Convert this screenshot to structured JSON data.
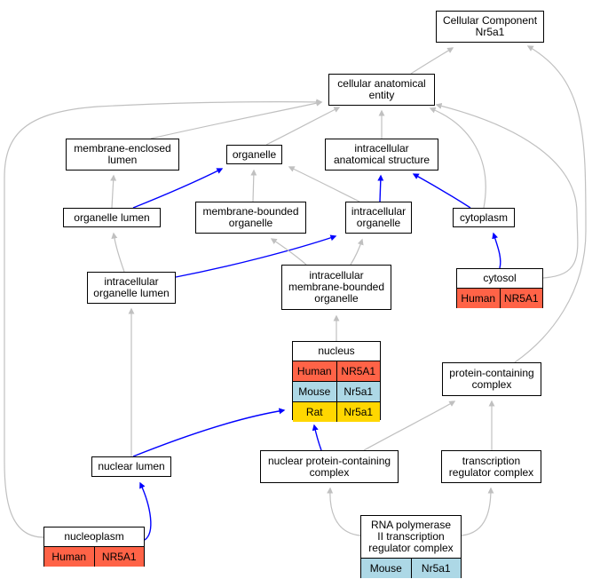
{
  "colors": {
    "Human": "#ff6347",
    "Mouse": "#add8e6",
    "Rat": "#ffd700",
    "is_a_edge": "#c0c0c0",
    "part_of_edge": "#0000ff"
  },
  "nodes": {
    "root": {
      "label": "Cellular Component\nNr5a1"
    },
    "cellular_anatomical_entity": {
      "label": "cellular anatomical\nentity"
    },
    "membrane_enclosed_lumen": {
      "label": "membrane-enclosed\nlumen"
    },
    "organelle": {
      "label": "organelle"
    },
    "intracellular_anatomical_structure": {
      "label": "intracellular\nanatomical structure"
    },
    "organelle_lumen": {
      "label": "organelle lumen"
    },
    "membrane_bounded_organelle": {
      "label": "membrane-bounded\norganelle"
    },
    "intracellular_organelle": {
      "label": "intracellular\norganelle"
    },
    "cytoplasm": {
      "label": "cytoplasm"
    },
    "intracellular_organelle_lumen": {
      "label": "intracellular\norganelle lumen"
    },
    "intracellular_membrane_bounded_organelle": {
      "label": "intracellular\nmembrane-bounded\norganelle"
    },
    "cytosol": {
      "label": "cytosol",
      "annotations": [
        {
          "species": "Human",
          "gene": "NR5A1"
        }
      ]
    },
    "nucleus": {
      "label": "nucleus",
      "annotations": [
        {
          "species": "Human",
          "gene": "NR5A1"
        },
        {
          "species": "Mouse",
          "gene": "Nr5a1"
        },
        {
          "species": "Rat",
          "gene": "Nr5a1"
        }
      ]
    },
    "protein_containing_complex": {
      "label": "protein-containing\ncomplex"
    },
    "nuclear_lumen": {
      "label": "nuclear lumen"
    },
    "nuclear_protein_containing_complex": {
      "label": "nuclear protein-containing\ncomplex"
    },
    "transcription_regulator_complex": {
      "label": "transcription\nregulator complex"
    },
    "nucleoplasm": {
      "label": "nucleoplasm",
      "annotations": [
        {
          "species": "Human",
          "gene": "NR5A1"
        }
      ]
    },
    "rna_polymerase_ii_complex": {
      "label": "RNA polymerase\nII transcription\nregulator complex",
      "annotations": [
        {
          "species": "Mouse",
          "gene": "Nr5a1"
        }
      ]
    }
  },
  "edges": [
    {
      "from": "cellular_anatomical_entity",
      "to": "root",
      "type": "is_a"
    },
    {
      "from": "membrane_enclosed_lumen",
      "to": "cellular_anatomical_entity",
      "type": "is_a"
    },
    {
      "from": "organelle",
      "to": "cellular_anatomical_entity",
      "type": "is_a"
    },
    {
      "from": "intracellular_anatomical_structure",
      "to": "cellular_anatomical_entity",
      "type": "is_a"
    },
    {
      "from": "organelle_lumen",
      "to": "membrane_enclosed_lumen",
      "type": "is_a"
    },
    {
      "from": "organelle_lumen",
      "to": "organelle",
      "type": "part_of"
    },
    {
      "from": "membrane_bounded_organelle",
      "to": "organelle",
      "type": "is_a"
    },
    {
      "from": "intracellular_organelle",
      "to": "organelle",
      "type": "is_a"
    },
    {
      "from": "intracellular_organelle",
      "to": "intracellular_anatomical_structure",
      "type": "part_of"
    },
    {
      "from": "cytoplasm",
      "to": "intracellular_anatomical_structure",
      "type": "part_of"
    },
    {
      "from": "cytoplasm",
      "to": "cellular_anatomical_entity",
      "type": "is_a"
    },
    {
      "from": "intracellular_organelle_lumen",
      "to": "organelle_lumen",
      "type": "is_a"
    },
    {
      "from": "intracellular_organelle_lumen",
      "to": "intracellular_organelle",
      "type": "part_of"
    },
    {
      "from": "intracellular_membrane_bounded_organelle",
      "to": "membrane_bounded_organelle",
      "type": "is_a"
    },
    {
      "from": "intracellular_membrane_bounded_organelle",
      "to": "intracellular_organelle",
      "type": "is_a"
    },
    {
      "from": "cytosol",
      "to": "cytoplasm",
      "type": "part_of"
    },
    {
      "from": "cytosol",
      "to": "cellular_anatomical_entity",
      "type": "is_a"
    },
    {
      "from": "nucleus",
      "to": "intracellular_membrane_bounded_organelle",
      "type": "is_a"
    },
    {
      "from": "protein_containing_complex",
      "to": "root",
      "type": "is_a"
    },
    {
      "from": "nuclear_lumen",
      "to": "intracellular_organelle_lumen",
      "type": "is_a"
    },
    {
      "from": "nuclear_lumen",
      "to": "nucleus",
      "type": "part_of"
    },
    {
      "from": "nuclear_protein_containing_complex",
      "to": "nucleus",
      "type": "part_of"
    },
    {
      "from": "nuclear_protein_containing_complex",
      "to": "protein_containing_complex",
      "type": "is_a"
    },
    {
      "from": "transcription_regulator_complex",
      "to": "protein_containing_complex",
      "type": "is_a"
    },
    {
      "from": "nucleoplasm",
      "to": "nuclear_lumen",
      "type": "part_of"
    },
    {
      "from": "nucleoplasm",
      "to": "cellular_anatomical_entity",
      "type": "is_a"
    },
    {
      "from": "rna_polymerase_ii_complex",
      "to": "nuclear_protein_containing_complex",
      "type": "is_a"
    },
    {
      "from": "rna_polymerase_ii_complex",
      "to": "transcription_regulator_complex",
      "type": "is_a"
    }
  ]
}
